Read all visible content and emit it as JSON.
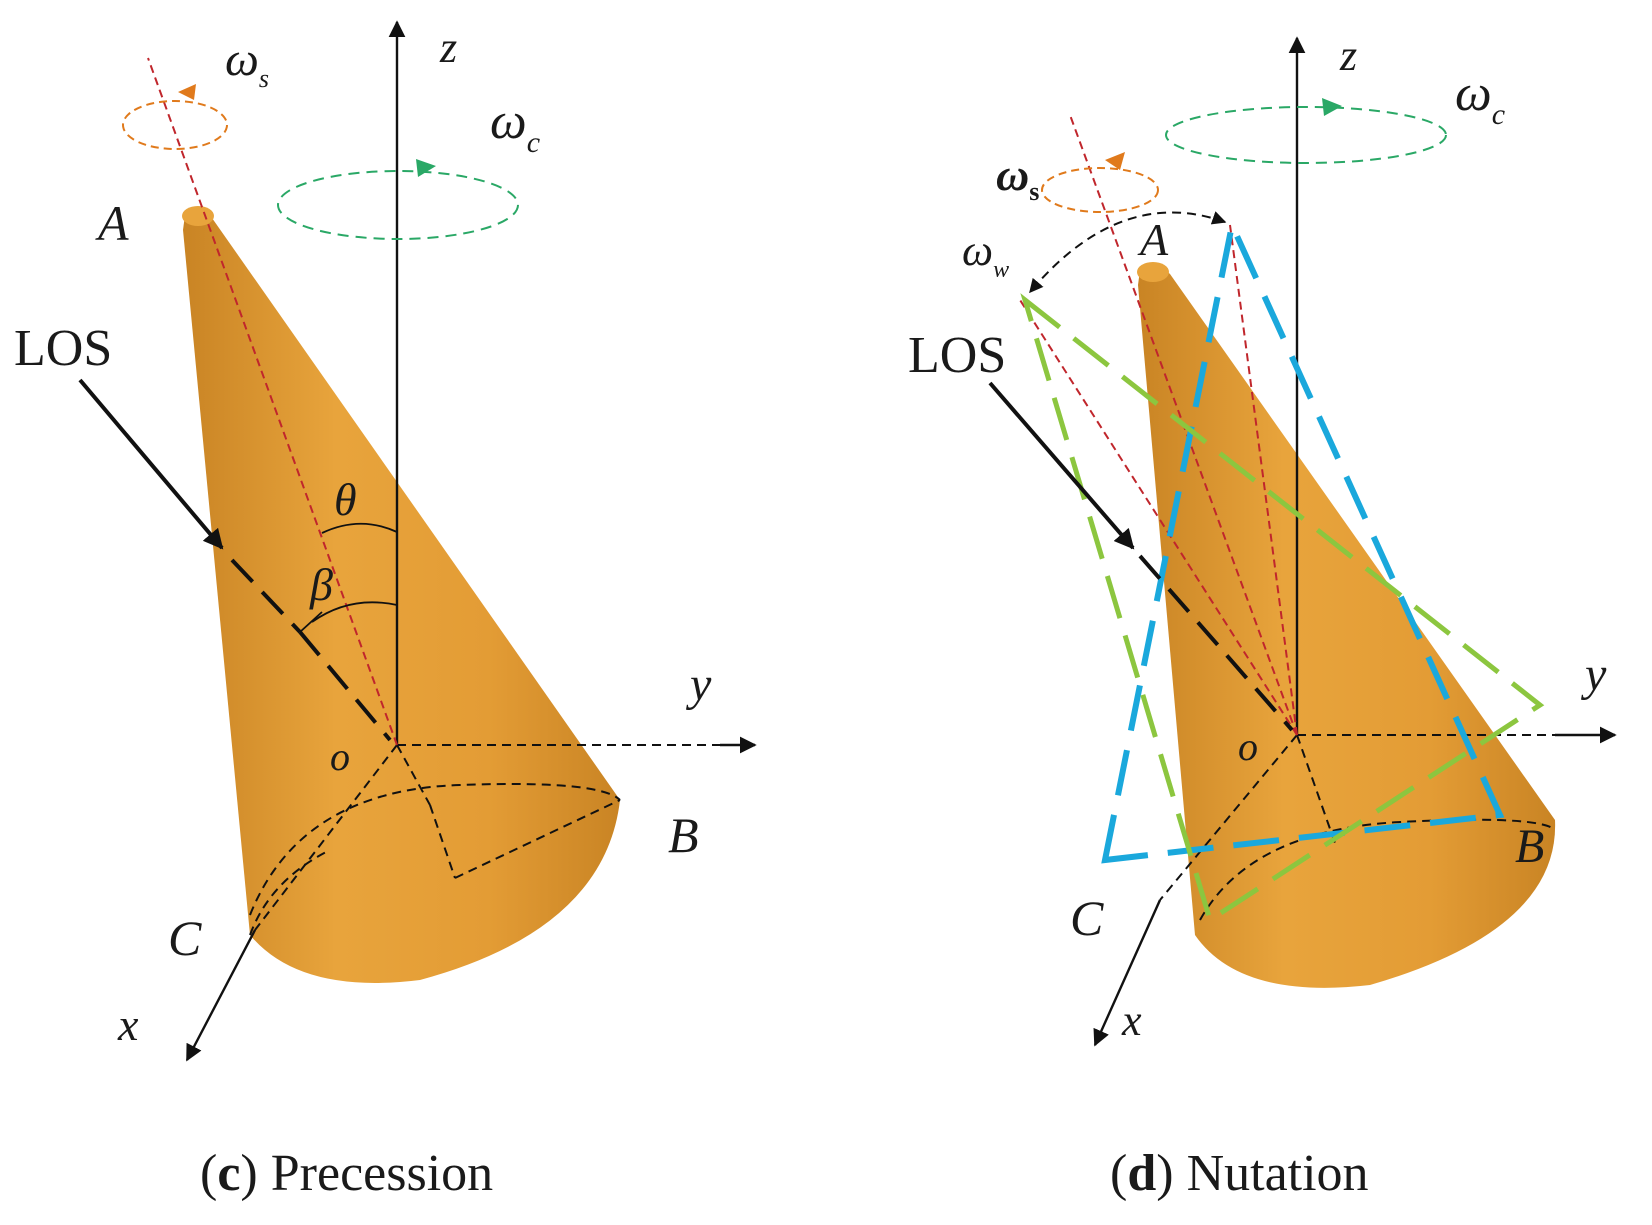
{
  "panels": [
    {
      "caption_letter": "c",
      "caption_text": " Precession",
      "labels": {
        "z": "z",
        "y": "y",
        "x": "x",
        "o": "o",
        "A": "A",
        "B": "B",
        "C": "C",
        "LOS": "LOS",
        "omega_s": "ω",
        "omega_s_sub": "s",
        "omega_c": "ω",
        "omega_c_sub": "c",
        "theta": "θ",
        "beta": "β"
      }
    },
    {
      "caption_letter": "d",
      "caption_text": " Nutation",
      "labels": {
        "z": "z",
        "y": "y",
        "x": "x",
        "o": "o",
        "A": "A",
        "B": "B",
        "C": "C",
        "LOS": "LOS",
        "omega_s": "ω",
        "omega_s_sub": "s",
        "omega_c": "ω",
        "omega_c_sub": "c",
        "omega_w": "ω",
        "omega_w_sub": "w"
      }
    }
  ],
  "colors": {
    "cone_body": "#e39c35",
    "cone_shadow": "#c98424",
    "precession_circle": "#2aa866",
    "spin_circle": "#e07a1c",
    "symmetry_axis": "#c0262c",
    "nutation_outline_1": "#1aa8dc",
    "nutation_outline_2": "#8cc63f"
  }
}
